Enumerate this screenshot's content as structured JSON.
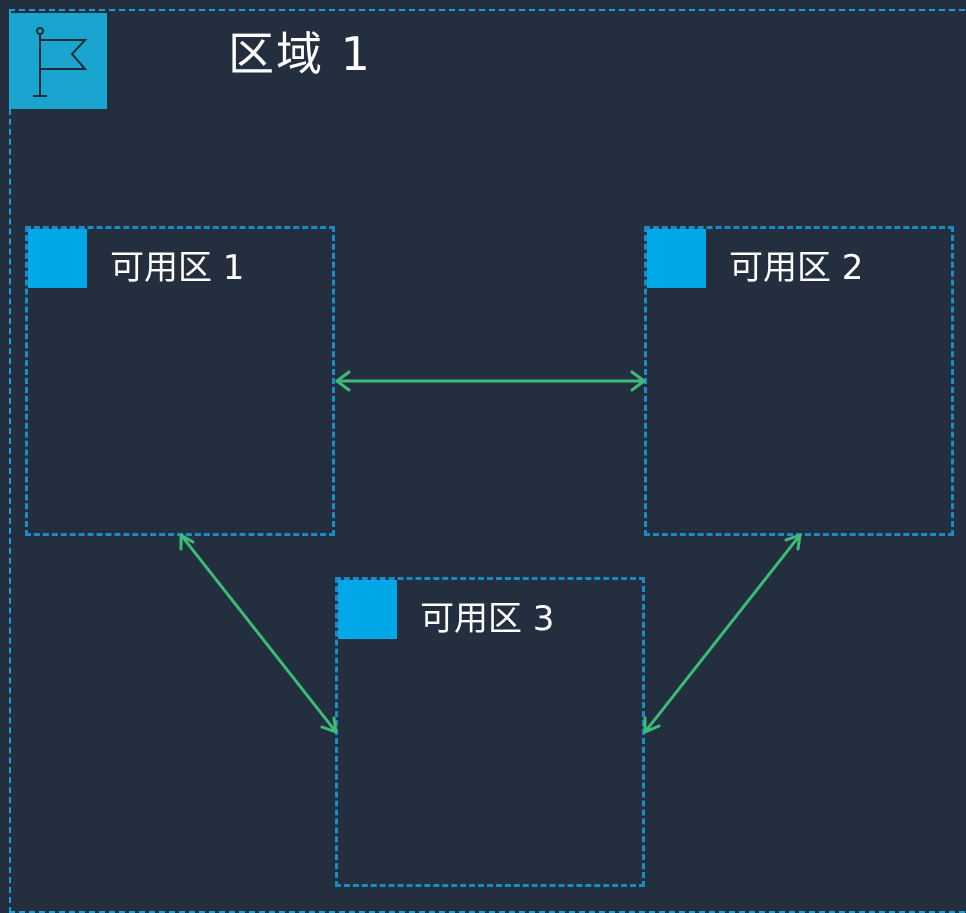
{
  "region": {
    "title": "区域 1",
    "icon": "flag-icon",
    "border_color": "#1a9ed8",
    "icon_bg": "#1aa5cf"
  },
  "zones": [
    {
      "label": "可用区 1",
      "icon": "availability-zone-icon"
    },
    {
      "label": "可用区 2",
      "icon": "availability-zone-icon"
    },
    {
      "label": "可用区 3",
      "icon": "availability-zone-icon"
    }
  ],
  "connections": [
    {
      "from": "可用区 1",
      "to": "可用区 2",
      "direction": "bidirectional"
    },
    {
      "from": "可用区 1",
      "to": "可用区 3",
      "direction": "bidirectional"
    },
    {
      "from": "可用区 2",
      "to": "可用区 3",
      "direction": "bidirectional"
    }
  ],
  "colors": {
    "background": "#232f3e",
    "zone_border": "#1a8bc5",
    "zone_icon": "#00a8e8",
    "connector": "#3dbb78",
    "text": "#ffffff"
  }
}
